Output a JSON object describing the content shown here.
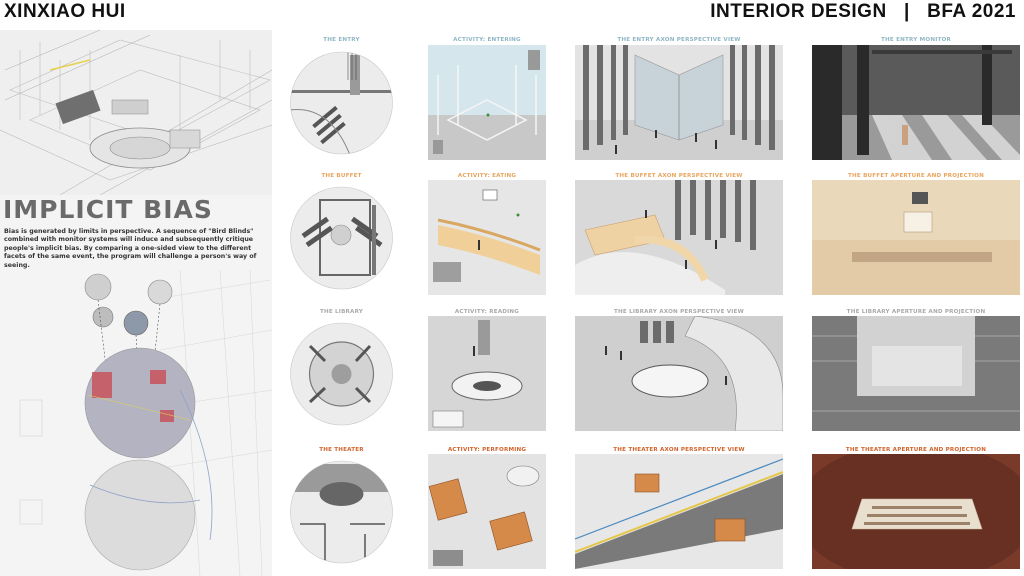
{
  "header": {
    "author": "XINXIAO HUI",
    "program": "INTERIOR DESIGN   |   BFA 2021"
  },
  "left": {
    "title": "IMPLICIT BIAS",
    "description": "Bias is generated by limits in perspective.  A sequence of \"Bird Blinds\" combined with monitor systems will induce and subsequently critique people's implicit bias.  By comparing a one-sided view to the different facets of the same event, the program will challenge a person's way of seeing."
  },
  "rows": [
    {
      "color_class": "blue",
      "plan_label": "THE ENTRY",
      "activity_label": "ACTIVITY: ENTERING",
      "perspective_label": "THE ENTRY AXON PERSPECTIVE VIEW",
      "view_label": "THE ENTRY MONITOR"
    },
    {
      "color_class": "orange",
      "plan_label": "THE BUFFET",
      "activity_label": "ACTIVITY: EATING",
      "perspective_label": "THE BUFFET AXON PERSPECTIVE VIEW",
      "view_label": "THE BUFFET APERTURE AND PROJECTION"
    },
    {
      "color_class": "gray",
      "plan_label": "THE LIBRARY",
      "activity_label": "ACTIVITY: READING",
      "perspective_label": "THE LIBRARY AXON PERSPECTIVE VIEW",
      "view_label": "THE LIBRARY APERTURE AND PROJECTION"
    },
    {
      "color_class": "red",
      "plan_label": "THE THEATER",
      "activity_label": "ACTIVITY: PERFORMING",
      "perspective_label": "THE THEATER AXON PERSPECTIVE VIEW",
      "view_label": "THE THEATER APERTURE AND PROJECTION"
    }
  ],
  "colors": {
    "entry": "#8fb6c4",
    "buffet": "#e8a45c",
    "library": "#a9a9a9",
    "theater": "#d0622a"
  }
}
